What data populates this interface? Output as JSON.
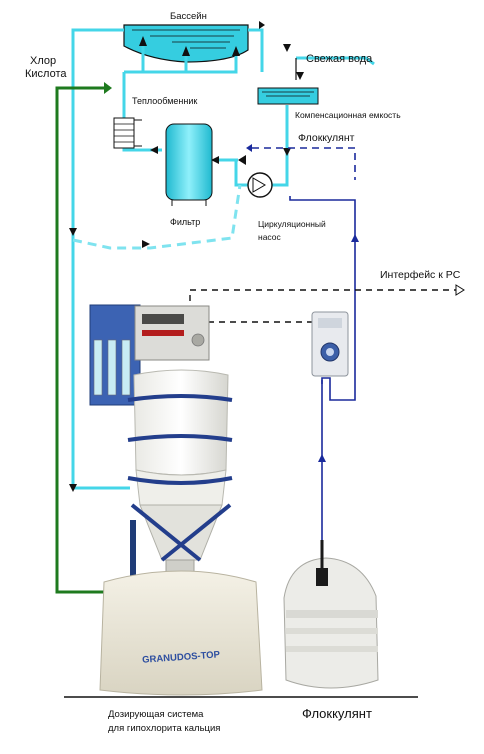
{
  "labels": {
    "pool": "Бассейн",
    "fresh_water": "Свежая вода",
    "heat_exchanger": "Теплообменник",
    "compensation_tank": "Компенсационная емкость",
    "flocculant_top": "Флоккулянт",
    "filter": "Фильтр",
    "pump_line1": "Циркуляционный",
    "pump_line2": "насос",
    "chlorine": "Хлор",
    "acid": "Кислота",
    "pc_interface": "Интерфейс к PC",
    "dosing_line1": "Дозирующая система",
    "dosing_line2": "для гипохлорита кальция",
    "flocculant_bottom": "Флоккулянт",
    "unit_brand": "GRANUDOS-TOP"
  },
  "colors": {
    "water_pipe": "#44d6e8",
    "return_dashed": "#7fe3ef",
    "flocculant_line": "#1a2a9c",
    "chem_line": "#1e7a1e",
    "data_line": "#111111",
    "tank_fill": "#35cde0"
  }
}
